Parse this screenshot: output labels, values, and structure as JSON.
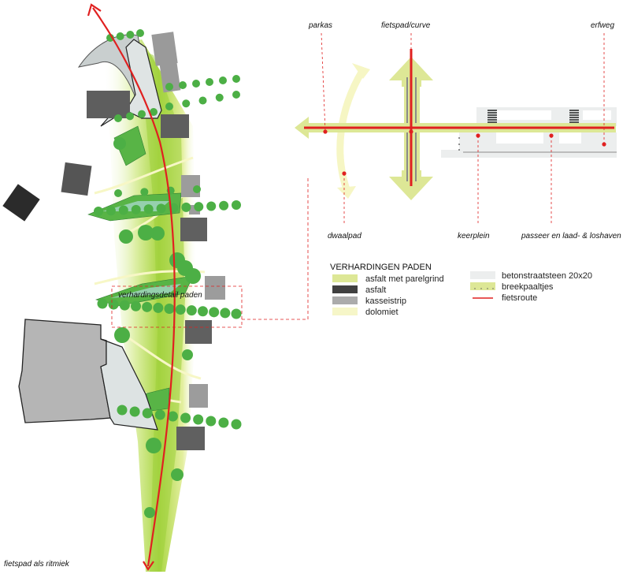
{
  "map": {
    "detail_label": "verhardingsdetail paden",
    "caption": "fietspad als ritmiek"
  },
  "detail": {
    "labels": {
      "parkas": "parkas",
      "fietspad_curve": "fietspad/curve",
      "erfweg": "erfweg",
      "dwaalpad": "dwaalpad",
      "keerplein": "keerplein",
      "passeer": "passeer en laad- & loshaven"
    }
  },
  "legend": {
    "title": "VERHARDINGEN PADEN",
    "items": [
      {
        "label": "asfalt met parelgrind",
        "color": "#dde796"
      },
      {
        "label": "asfalt",
        "color": "#404040"
      },
      {
        "label": "kasseistrip",
        "color": "#ababab"
      },
      {
        "label": "dolomiet",
        "color": "#f6f6c8"
      },
      {
        "label": "betonstraatsteen 20x20",
        "color": "#eceeee"
      },
      {
        "label": "breekpaaltjes",
        "color": "#dde796"
      },
      {
        "label": "fietsroute",
        "color": "#e02020"
      }
    ]
  },
  "colors": {
    "route": "#e02020",
    "tree": "#4caf45",
    "park": "#a9d63f",
    "building": "#666666"
  }
}
